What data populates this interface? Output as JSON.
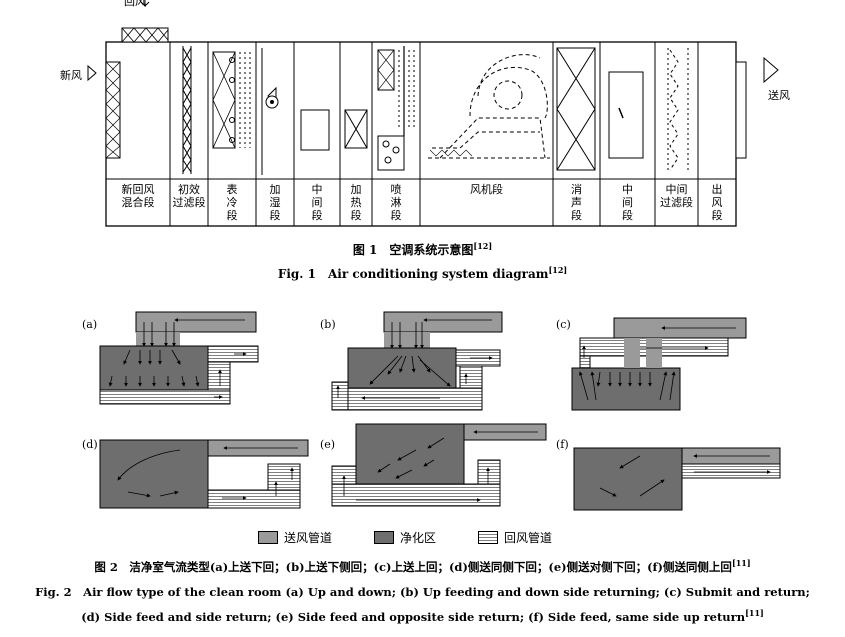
{
  "fig1": {
    "top_label": "回风",
    "inlet_label": "新风",
    "outlet_label": "送风",
    "segments": [
      {
        "id": "mix",
        "label": "新回风\n混合段"
      },
      {
        "id": "prefilter",
        "label": "初效\n过滤段"
      },
      {
        "id": "cooling",
        "label": "表\n冷\n段"
      },
      {
        "id": "humid",
        "label": "加\n湿\n段"
      },
      {
        "id": "mid1",
        "label": "中\n间\n段"
      },
      {
        "id": "heat",
        "label": "加\n热\n段"
      },
      {
        "id": "spray",
        "label": "喷\n淋\n段"
      },
      {
        "id": "fan",
        "label": "风机段"
      },
      {
        "id": "silencer",
        "label": "消\n声\n段"
      },
      {
        "id": "mid2",
        "label": "中\n间\n段"
      },
      {
        "id": "midfilter",
        "label": "中间\n过滤段"
      },
      {
        "id": "outlet",
        "label": "出\n风\n段"
      }
    ],
    "caption_cn_prefix": "图 1　空调系统示意图",
    "caption_cn_ref": "[12]",
    "caption_en_prefix": "Fig. 1　Air conditioning system diagram",
    "caption_en_ref": "[12]"
  },
  "fig2": {
    "panels": [
      "(a)",
      "(b)",
      "(c)",
      "(d)",
      "(e)",
      "(f)"
    ],
    "legend": [
      {
        "key": "supply",
        "label": "送风管道"
      },
      {
        "key": "clean",
        "label": "净化区"
      },
      {
        "key": "return",
        "label": "回风管道"
      }
    ],
    "caption_cn": "图 2　洁净室气流类型(a)上送下回；(b)上送下侧回；(c)上送上回；(d)侧送同侧下回；(e)侧送对侧下回；(f)侧送同侧上回",
    "caption_cn_ref": "[11]",
    "caption_en_1": "Fig. 2　Air flow type of the clean room (a) Up and down; (b) Up feeding and down side returning; (c) Submit and return;",
    "caption_en_2": "(d) Side feed and side return; (e) Side feed and opposite side return; (f) Side feed, same side up return",
    "caption_en_ref": "[11]"
  },
  "colors": {
    "supply": "#9a9a9a",
    "clean": "#6e6e6e",
    "return": "#ffffff",
    "line": "#000000"
  }
}
